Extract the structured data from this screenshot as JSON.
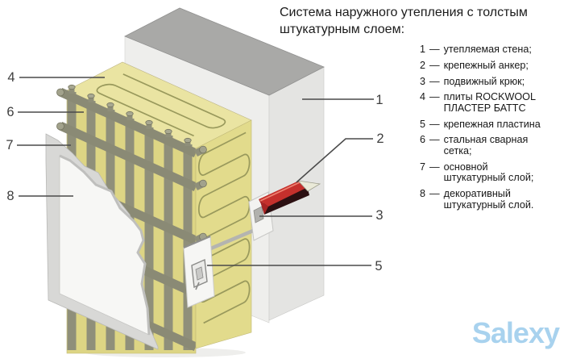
{
  "header": {
    "title": "Система наружного утепления с толстым\nштукатурным слоем:"
  },
  "legend": {
    "separator": "—",
    "items": [
      {
        "num": "1",
        "text": "утепляемая стена;"
      },
      {
        "num": "2",
        "text": "крепежный анкер;"
      },
      {
        "num": "3",
        "text": "подвижный крюк;"
      },
      {
        "num": "4",
        "text": "плиты ROCKWOOL\nПЛАСТЕР БАТТС"
      },
      {
        "num": "5",
        "text": "крепежная пластина"
      },
      {
        "num": "6",
        "text": "стальная сварная\nсетка;"
      },
      {
        "num": "7",
        "text": "основной\nштукатурный слой;"
      },
      {
        "num": "8",
        "text": "декоративный\nштукатурный слой."
      }
    ]
  },
  "diagram": {
    "callouts": {
      "c1": "1",
      "c2": "2",
      "c3": "3",
      "c4": "4",
      "c5": "5",
      "c6": "6",
      "c7": "7",
      "c8": "8"
    },
    "parts": {
      "wall": "утепляемая стена",
      "anchor": "крепежный анкер",
      "hook": "подвижный крюк",
      "insulation": "плиты ROCKWOOL ПЛАСТЕР БАТТС",
      "plate": "крепежная пластина",
      "mesh": "стальная сварная сетка",
      "base_plaster": "основной штукатурный слой",
      "decor_plaster": "декоративный штукатурный слой"
    }
  },
  "watermark": {
    "text": "Salexy",
    "color": "#a8d2ee"
  },
  "colors": {
    "wall_top": "#a9a9a7",
    "wall_side": "#e4e4e2",
    "wall_front": "#eeeeec",
    "insulation_front": "#ddd584",
    "insulation_top": "#eae4a2",
    "insulation_side": "#e2db8c",
    "fiber_line": "#99995c",
    "mesh": "#8f8f7a",
    "base_plaster": "#d8d8d6",
    "decor_plaster": "#f7f7f5",
    "anchor_red": "#c5302c",
    "anchor_dark": "#2c1012",
    "spike": "#eaead8",
    "callout_line": "#4a4a4a"
  }
}
